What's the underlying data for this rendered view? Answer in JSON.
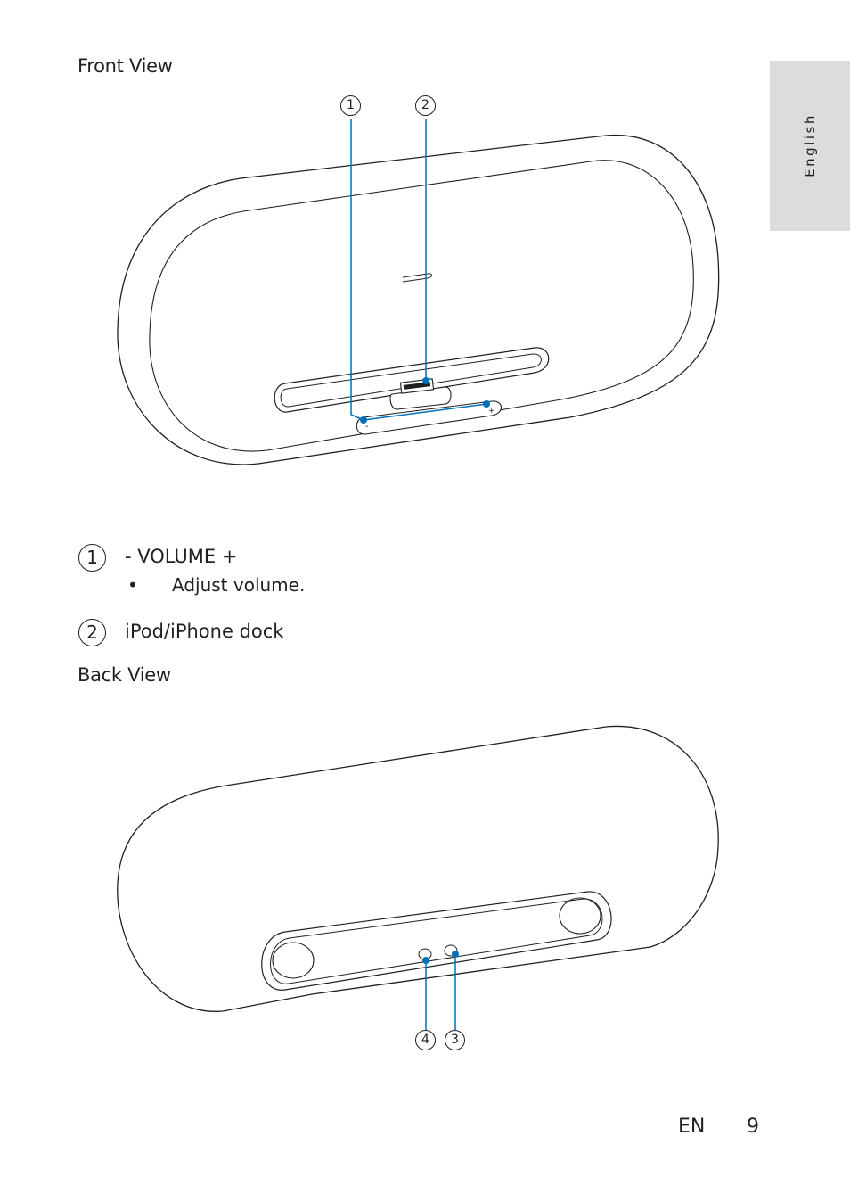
{
  "side_tab": {
    "label": "English"
  },
  "front_view": {
    "heading": "Front View",
    "callouts": [
      "1",
      "2"
    ]
  },
  "items": [
    {
      "number": "1",
      "title": "- VOLUME +",
      "bullets": [
        "Adjust volume."
      ]
    },
    {
      "number": "2",
      "title": "iPod/iPhone dock",
      "bullets": []
    }
  ],
  "back_view": {
    "heading": "Back View",
    "callouts": [
      "4",
      "3"
    ]
  },
  "footer": {
    "lang": "EN",
    "page": "9"
  },
  "colors": {
    "callout_blue": "#0070b8",
    "tab_gray": "#dcdcdd",
    "ink": "#231f20"
  }
}
